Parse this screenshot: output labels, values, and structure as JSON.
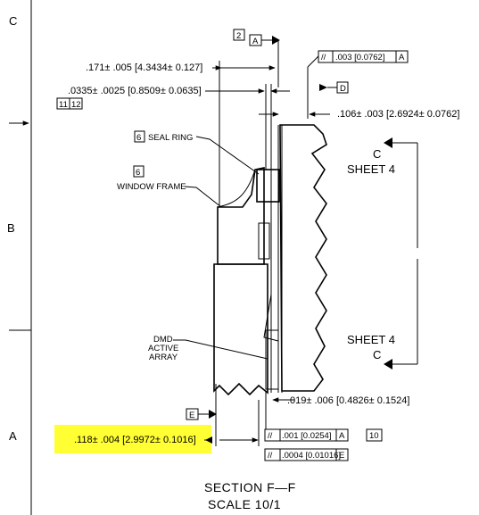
{
  "zones": {
    "c": "C",
    "b": "B",
    "a": "A"
  },
  "datums": {
    "a_label": "A",
    "d_label": "D",
    "e_label": "E",
    "a_note_num": "2"
  },
  "dimensions": {
    "d171": ".171± .005 [4.3434± 0.127]",
    "d0335": ".0335± .0025 [0.8509± 0.0635]",
    "d0335_notes": [
      "11",
      "12"
    ],
    "d106": ".106± .003 [2.6924± 0.0762]",
    "d019": ".019± .006 [0.4826± 0.1524]",
    "d118": ".118± .004 [2.9972± 0.1016]"
  },
  "tolerances": {
    "parallel_top": {
      "symbol": "//",
      "value": ".003 [0.0762]",
      "datum": "A"
    },
    "parallel_mid": {
      "symbol": "//",
      "value": ".001 [0.0254]",
      "datum": "A",
      "note": "10"
    },
    "parallel_bot": {
      "symbol": "//",
      "value": ".0004 [0.01016]",
      "datum": "E"
    }
  },
  "callouts": {
    "seal_ring_num": "6",
    "seal_ring": "SEAL RING",
    "window_frame_num": "6",
    "window_frame": "WINDOW FRAME",
    "dmd_lines": [
      "DMD",
      "ACTIVE",
      "ARRAY"
    ]
  },
  "references": {
    "top": {
      "letter": "C",
      "sheet": "SHEET 4"
    },
    "bottom": {
      "sheet": "SHEET 4",
      "letter": "C"
    }
  },
  "title": {
    "line1": "SECTION F—F",
    "line2": "SCALE 10/1"
  },
  "colors": {
    "highlight": "#ffff33",
    "ink": "#000000"
  }
}
